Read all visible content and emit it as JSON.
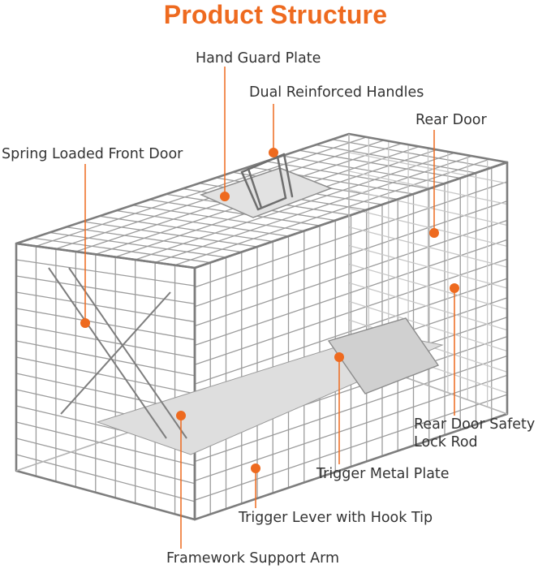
{
  "title": "Product Structure",
  "accent_color": "#EE6A1F",
  "labels": {
    "hand_guard_plate": "Hand Guard Plate",
    "dual_handles": "Dual Reinforced Handles",
    "rear_door": "Rear Door",
    "front_door": "Spring Loaded Front Door",
    "rear_lock_rod_line1": "Rear Door Safety",
    "rear_lock_rod_line2": "Lock Rod",
    "trigger_plate": "Trigger Metal Plate",
    "trigger_lever": "Trigger Lever with Hook Tip",
    "support_arm": "Framework Support Arm"
  }
}
